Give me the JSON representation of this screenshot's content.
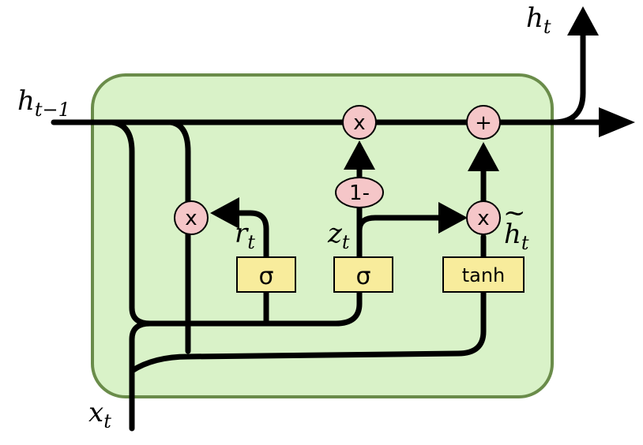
{
  "cell": {
    "fill": "#d9f2c8",
    "border": "#6a8c4a"
  },
  "labels": {
    "h_prev_main": "h",
    "h_prev_sub": "t−1",
    "h_out_main": "h",
    "h_out_sub": "t",
    "x_main": "x",
    "x_sub": "t",
    "r_main": "r",
    "r_sub": "t",
    "z_main": "z",
    "z_sub": "t",
    "htilde_main": "h",
    "htilde_tilde": "~",
    "htilde_sub": "t"
  },
  "operators": {
    "mult_top": "x",
    "add_top": "+",
    "one_minus": "1-",
    "mult_reset": "x",
    "mult_candidate": "x"
  },
  "gates": {
    "sigma_reset": "σ",
    "sigma_update": "σ",
    "tanh": "tanh"
  }
}
